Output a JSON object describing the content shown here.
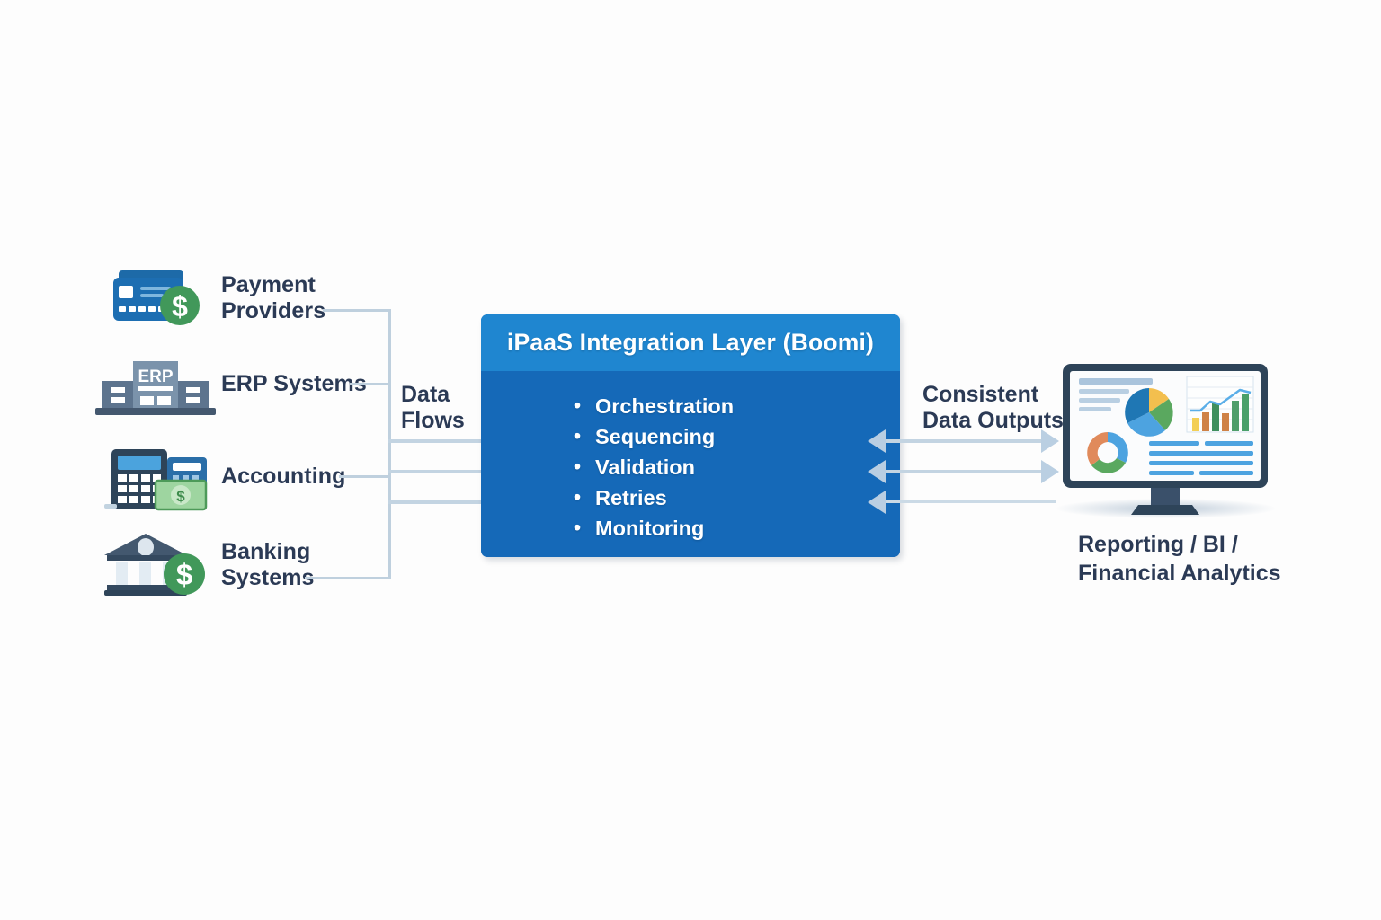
{
  "diagram": {
    "title": "iPaaS Integration Layer (Boomi) data flow diagram",
    "colors": {
      "box_header": "#1f86d0",
      "box_body": "#1569b8",
      "text_dark": "#2b3a55",
      "connector": "#bfd0de",
      "arrow": "#bacfe2",
      "accent_green": "#4a9e5c",
      "background": "#fdfdfd"
    }
  },
  "sources": [
    {
      "id": "payment-providers",
      "label": "Payment\nProviders",
      "icon": "credit-card-dollar-icon"
    },
    {
      "id": "erp-systems",
      "label": "ERP Systems",
      "icon": "erp-building-icon",
      "icon_text": "ERP"
    },
    {
      "id": "accounting",
      "label": "Accounting",
      "icon": "calculator-money-icon"
    },
    {
      "id": "banking-systems",
      "label": "Banking\nSystems",
      "icon": "bank-dollar-icon"
    }
  ],
  "flows": {
    "left_label": "Data\nFlows",
    "right_label": "Consistent\nData Outputs"
  },
  "ipaas": {
    "title": "iPaaS Integration Layer (Boomi)",
    "capabilities": [
      "Orchestration",
      "Sequencing",
      "Validation",
      "Retries",
      "Monitoring"
    ]
  },
  "destination": {
    "id": "reporting-bi",
    "label": "Reporting / BI /\nFinancial Analytics",
    "icon": "monitor-dashboard-icon",
    "dashboard": {
      "pie_slices": [
        "#1f77b4",
        "#f5bf4a",
        "#5aa85f",
        "#4da3e0"
      ],
      "donut_slices": [
        "#e08a5b",
        "#4da3e0",
        "#5aa85f",
        "#4da3e0"
      ],
      "bar_values": [
        30,
        45,
        72,
        42,
        78,
        95
      ],
      "bar_colors": [
        "#f5cf56",
        "#d28246",
        "#3f8f5e",
        "#d28246",
        "#4f9e6a",
        "#4aa06a"
      ],
      "line_trend": [
        35,
        38,
        55,
        50,
        72,
        68
      ]
    }
  }
}
